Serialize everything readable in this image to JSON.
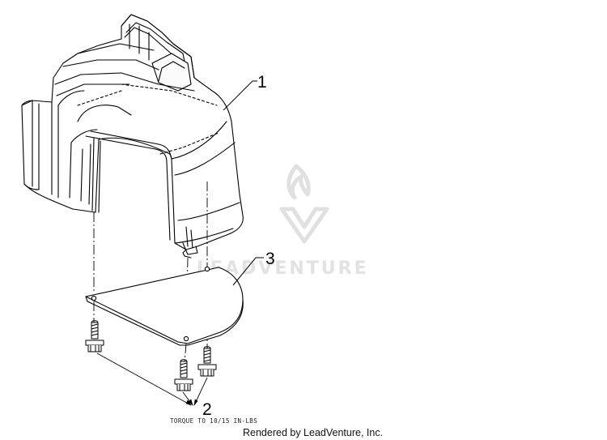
{
  "diagram": {
    "callouts": [
      {
        "id": "part-1",
        "label": "1"
      },
      {
        "id": "part-2",
        "label": "2"
      },
      {
        "id": "part-3",
        "label": "3"
      }
    ],
    "torque_note": "TORQUE TO 10/15 IN-LBS",
    "watermark_text": "LEADVENTURE",
    "footer": "Rendered by LeadVenture, Inc."
  },
  "colors": {
    "line": "#000000",
    "shade": "#cfcfcf",
    "watermark": "#e2e2e2"
  },
  "icons": [
    "leadventure-flame-logo"
  ]
}
